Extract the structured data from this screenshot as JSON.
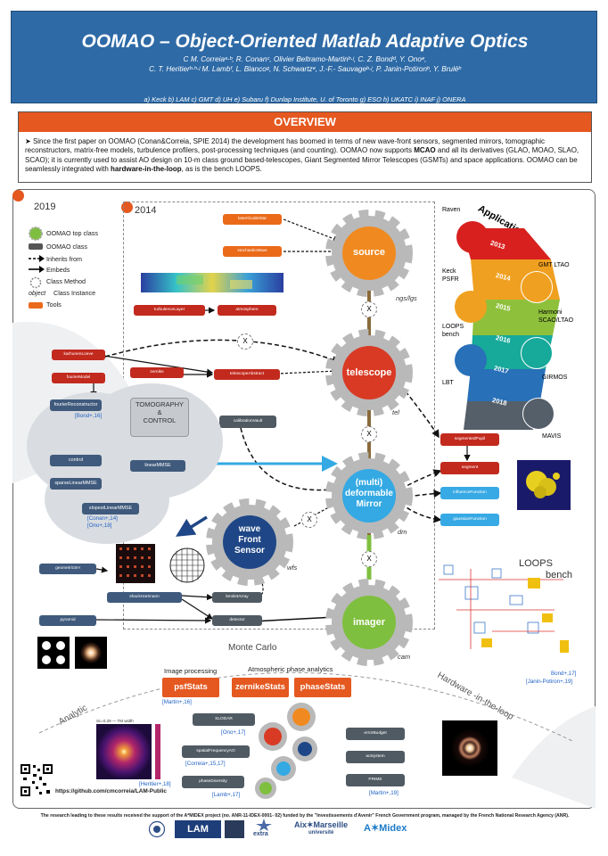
{
  "header": {
    "title": "OOMAO – Object-Oriented Matlab Adaptive Optics",
    "authors_line1": "C M. Correiaᵃ·ᵇ, R. Conanᶜ, Olivier Beltramo-Martinᵇ·ʲ, C. Z. Bondᵈ, Y. Onoᵉ,",
    "authors_line2": "C. T. Heritierᵇ·ʰ·ʲ M. Lambᶠ, L. Blancoᵍ, N. Schwartzᵉ, J.-F.- Sauvageᵇ·ʲ, P. Janin-Potironᵇ, Y. Bruléᵇ",
    "affiliations": "a) Keck b) LAM c) GMT d) UH e) Subaru f) Dunlap Institute, U. of Toronto g) ESO h) UKATC i) INAF j) ONERA"
  },
  "overview": {
    "heading": "OVERVIEW",
    "text_a": "Since the first paper on OOMAO (Conan&Correia, SPIE 2014) the development has boomed in terms of new wave-front sensors, segmented mirrors, tomographic reconstructors, matrix-free models, turbulence profilers, post-processing techniques (and counting). OOMAO now supports ",
    "text_b": "MCAO",
    "text_c": " and all its derivatives (GLAO, MOAO, SLAO, SCAO); it is currently used to assist AO design on 10-m class ground based-telescopes, Giant Segmented Mirror Telescopes (GSMTs) and space applications. OOMAO can be seamlessly integrated with ",
    "text_d": "hardware-in-the-loop",
    "text_e": ", as is the bench LOOPS."
  },
  "years": {
    "y2019": "2019",
    "y2014": "2014"
  },
  "legend": {
    "top_class": "OOMAO top class",
    "class": "OOMAO class",
    "inherits": "Inherits from",
    "embeds": "Embeds",
    "method": "Class Method",
    "instance_word": "object",
    "instance": "Class Instance",
    "tools": "Tools"
  },
  "gears": {
    "source": "source",
    "telescope": "telescope",
    "mirror_1": "(multi)",
    "mirror_2": "deformable",
    "mirror_3": "Mirror",
    "wfs_1": "wave",
    "wfs_2": "Front",
    "wfs_3": "Sensor",
    "imager": "imager"
  },
  "instances": {
    "ngs": "ngs/lgs",
    "tel": "tel",
    "dm": "dm",
    "wfs": "wfs",
    "cam": "cam"
  },
  "x_mark": "X",
  "tools": {
    "laserGuideStar": "laserGuideStar",
    "stochasticWave": "stochasticWave",
    "turbulenceLayer": "turbulenceLayer",
    "atmosphere": "atmosphere",
    "karhunenLoeve": "karhunenLoeve",
    "fourierModel": "fourierModel",
    "zernike": "zernike",
    "telescopeAbstract": "telescopeAbstract",
    "calibrationVault": "calibrationVault",
    "segmentedPupil": "segmentedPupil",
    "segment": "segment",
    "influenceFunction": "influenceFunction",
    "gaussianFunction": "gaussianFunction",
    "geometricSH": "geometricSH",
    "shackHartmann": "shackHartmann",
    "lensletArray": "lensletArray",
    "detector": "detector",
    "pyramid": "pyramid",
    "fourierReconstructor": "fourierReconstructor",
    "control": "control",
    "sparseLinearMMSE": "sparseLinearMMSE",
    "slopestLinearMMSE": "slopestLinearMMSE",
    "linearMMSE": "linearMMSE",
    "SLODAR": "SLODAR",
    "spatialFrequencyAO": "spatialFrequencyAO",
    "phaseDiversity": "phaseDiversity",
    "errorBudget": "errorBudget",
    "aoSystem": "aoSystem",
    "PRIME": "PRIME"
  },
  "tomography": {
    "l1": "TOMOGRAPHY",
    "l2": "&",
    "l3": "CONTROL"
  },
  "citations": {
    "bond16": "[Bond+,16]",
    "conan14": "[Conan+,14]",
    "ono18": "[Ono+,18]",
    "martin16": "[Martin+,16]",
    "ono17": "[Ono+,17]",
    "correia15": "[Correia+,15,17]",
    "lamb17": "[Lamb+,17]",
    "heritier18": "[Heritier+,18]",
    "martin19": "[Martin+,19]",
    "bond17": "Bond+,17]",
    "janin19": "[Janin-Potiron+,19]"
  },
  "applications": {
    "title": "Applications",
    "raven": "Raven",
    "keck": "Keck",
    "psfr": "PSFR",
    "loops_bench_1": "LOOPS",
    "loops_bench_2": "bench",
    "lbt": "LBT",
    "gmt": "GMT LTAO",
    "harmoni_1": "Harmoni",
    "harmoni_2": "SCAO/LTAO",
    "girmos": "GIRMOS",
    "mavis": "MAVIS",
    "years": [
      "2013",
      "2014",
      "2015",
      "2016",
      "2017",
      "2018"
    ]
  },
  "loops": {
    "l1": "LOOPS",
    "l2": "bench"
  },
  "sections": {
    "monte_carlo": "Monte Carlo",
    "image_processing": "Image processing",
    "atmospheric": "Atmospheric phase analytics",
    "analytic": "Analytic",
    "hardware": "Hardware -in-the-loop"
  },
  "stats": {
    "psf": "psfStats",
    "zernike": "zernikeStats",
    "phase": "phaseStats"
  },
  "psf_caption": "Sc=0.29 — TM width",
  "github": "https://github.com/cmcorreia/LAM-Public",
  "footer": "The research leading to these results received the support of the A*MIDEX project (no. ANR-11-IDEX-0001- 02) funded by the \"Investissements d'Avenir\" French Government program, managed by the French National Research Agency (ANR).",
  "logos": {
    "lam": "LAM",
    "extra": "extra",
    "amu_1": "Aix✶Marseille",
    "amu_2": "université",
    "amidex": "A✶Midex"
  },
  "colors": {
    "header_blue": "#2e6aa6",
    "accent_orange": "#e5581f",
    "telescope_red": "#d93a24",
    "mirror_cyan": "#34a9e3",
    "wfs_navy": "#1f4787",
    "imager_green": "#7fbf3f",
    "gear_gray": "#b9b9b9"
  }
}
